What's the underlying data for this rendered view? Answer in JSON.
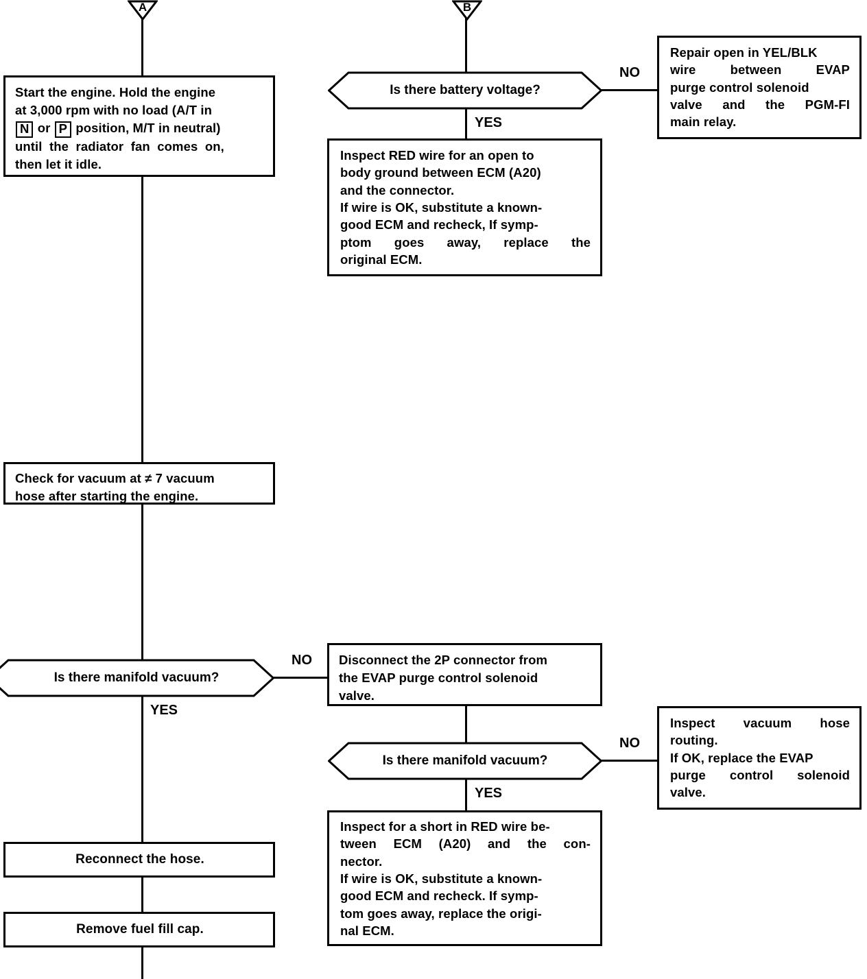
{
  "document": {
    "kind": "automotive-troubleshooting-flowchart",
    "topic": "EVAP purge control solenoid valve circuit"
  },
  "connectors": {
    "a": {
      "label": "A",
      "name": "page-connector-a"
    },
    "b": {
      "label": "B",
      "name": "page-connector-b"
    }
  },
  "branch_labels": {
    "yes": "YES",
    "no": "NO"
  },
  "nodes": {
    "start_engine": {
      "type": "process",
      "lines": [
        "Start the engine. Hold the engine",
        "at 3,000 rpm with no load (A/T in",
        "@N@ or @P@ position, M/T in neutral)",
        "until  the  radiator  fan  comes  on,",
        "then let it idle."
      ],
      "keys": {
        "neutral": "N",
        "park": "P"
      }
    },
    "check_vacuum_7": {
      "type": "process",
      "lines": [
        "Check for vacuum at ≠ 7 vacuum",
        "hose after starting the engine."
      ]
    },
    "manifold_vacuum_1": {
      "type": "decision",
      "text": "Is there manifold vacuum?"
    },
    "reconnect_hose": {
      "type": "process",
      "text": "Reconnect the hose."
    },
    "remove_fuel_cap": {
      "type": "process",
      "text": "Remove fuel fill cap."
    },
    "battery_voltage": {
      "type": "decision",
      "text": "Is there battery voltage?"
    },
    "inspect_red_open": {
      "type": "process",
      "lines": [
        "Inspect RED wire for an open to",
        "body ground between ECM (A20)",
        "and the connector.",
        "If wire is OK, substitute a known-",
        "good ECM and recheck, If symp-",
        "ptom  goes  away,  replace  the",
        "original ECM."
      ]
    },
    "disconnect_2p": {
      "type": "process",
      "lines": [
        "Disconnect the 2P connector from",
        "the EVAP purge control solenoid",
        "valve."
      ]
    },
    "manifold_vacuum_2": {
      "type": "decision",
      "text": "Is there manifold vacuum?"
    },
    "inspect_red_short": {
      "type": "process",
      "lines": [
        "Inspect for a short in RED wire be-",
        "tween  ECM  (A20)  and  the  con-",
        "nector.",
        "If wire is OK, substitute a known-",
        "good ECM and recheck. If symp-",
        "tom goes away, replace the origi-",
        "nal ECM."
      ]
    },
    "repair_yel_blk": {
      "type": "process",
      "lines": [
        "Repair open in YEL/BLK",
        "wire between EVAP",
        "purge control solenoid",
        "valve and the PGM-FI",
        "main relay."
      ]
    },
    "inspect_hose_routing": {
      "type": "process",
      "lines": [
        "Inspect vacuum hose",
        "routing.",
        "If OK, replace the EVAP",
        "purge control solenoid",
        "valve."
      ]
    }
  },
  "colors": {
    "ink": "#000000",
    "paper": "#ffffff"
  }
}
